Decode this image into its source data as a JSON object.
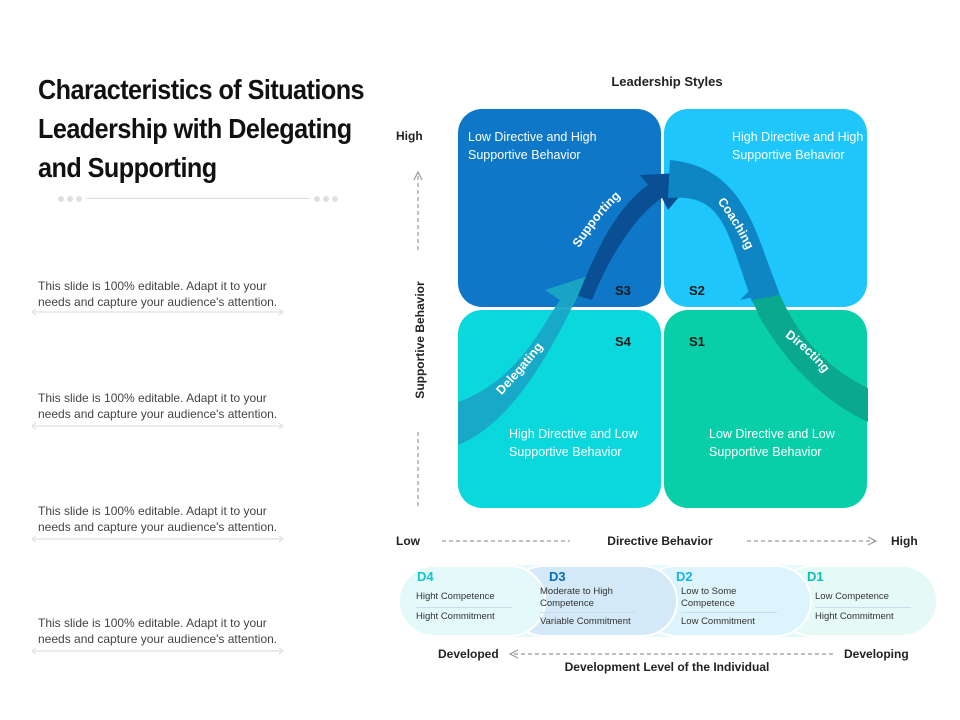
{
  "title": "Characteristics of Situations Leadership with Delegating and Supporting",
  "paragraphs": [
    "This slide is 100% editable. Adapt it to your needs and capture your audience's attention.",
    "This slide is 100% editable. Adapt it to your needs and capture your audience's attention.",
    "This slide is 100% editable. Adapt it to your needs and capture your audience's attention.",
    "This slide is 100% editable. Adapt it to your needs and capture your audience's attention."
  ],
  "diagram": {
    "header": "Leadership Styles",
    "y_axis": {
      "label": "Supportive Behavior",
      "high": "High"
    },
    "x_axis": {
      "label": "Directive Behavior",
      "low": "Low",
      "high": "High"
    },
    "quadrants": {
      "s3": {
        "text": "Low Directive and High Supportive Behavior",
        "code": "S3",
        "color": "#0e77c8"
      },
      "s2": {
        "text": "High Directive and High Supportive Behavior",
        "code": "S2",
        "color": "#1ec6fb"
      },
      "s4": {
        "text": "High Directive and Low Supportive Behavior",
        "code": "S4",
        "color": "#0ad8dc"
      },
      "s1": {
        "text": "Low Directive and Low Supportive Behavior",
        "code": "S1",
        "color": "#08cfa8"
      }
    },
    "arrow_labels": {
      "supporting": "Supporting",
      "coaching": "Coaching",
      "delegating": "Delegating",
      "directing": "Directing"
    }
  },
  "development": {
    "levels": [
      {
        "code": "D4",
        "competence": "Hight Competence",
        "commitment": "Hight Commitment",
        "color": "#10c5d6"
      },
      {
        "code": "D3",
        "competence": "Moderate to High Competence",
        "commitment": "Variable Commitment",
        "color": "#0a6db3"
      },
      {
        "code": "D2",
        "competence": "Low  to Some Competence",
        "commitment": "Low Commitment",
        "color": "#12b4e8"
      },
      {
        "code": "D1",
        "competence": "Low Competence",
        "commitment": "Hight Commitment",
        "color": "#0cc0b0"
      }
    ],
    "left_label": "Developed",
    "right_label": "Developing",
    "axis_label": "Development Level of the Individual"
  }
}
